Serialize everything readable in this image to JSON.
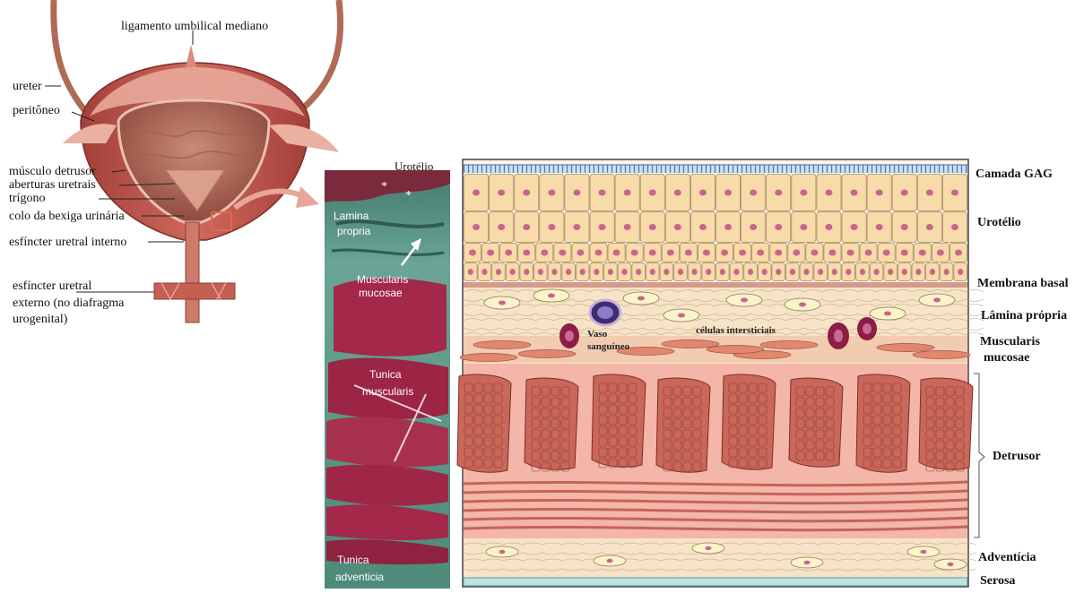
{
  "bladder": {
    "ligamento": "ligamento umbilical mediano",
    "ureter": "ureter",
    "peritoneo": "peritôneo",
    "musculo_detrusor": "músculo detrusor",
    "aberturas": "aberturas uretrais",
    "trigono": "trígono",
    "colo": "colo da bexiga urinária",
    "esfincter_interno": "esfíncter uretral interno",
    "esfincter_externo_l1": "esfíncter uretral",
    "esfincter_externo_l2": "externo (no diafragma",
    "esfincter_externo_l3": "urogenital)"
  },
  "histology": {
    "urotelio": "Urotélio",
    "lamina_l1": "Lamina",
    "lamina_l2": "propria",
    "muscularis_l1": "Muscularis",
    "muscularis_l2": "mucosae",
    "tunica_l1": "Tunica",
    "tunica_l2": "muscularis",
    "adventicia_l1": "Tunica",
    "adventicia_l2": "adventicia",
    "star": "*"
  },
  "layers": {
    "camada_gag": "Camada GAG",
    "urotelio": "Urotélio",
    "membrana_basal": "Membrana basal",
    "lamina_propria": "Lâmina própria",
    "muscularis_l1": "Muscularis",
    "muscularis_l2": "mucosae",
    "detrusor": "Detrusor",
    "adventicia": "Adventícia",
    "serosa": "Serosa",
    "vaso_l1": "Vaso",
    "vaso_l2": "sanguíneo",
    "celulas": "células intersticiais"
  },
  "colors": {
    "muscle": "#c0504d",
    "urothelium": "#f7dcaa",
    "detrusor_bg": "#f4b6a8",
    "histo_stain": "#a3284a",
    "histo_matrix": "#5f9e8f"
  }
}
